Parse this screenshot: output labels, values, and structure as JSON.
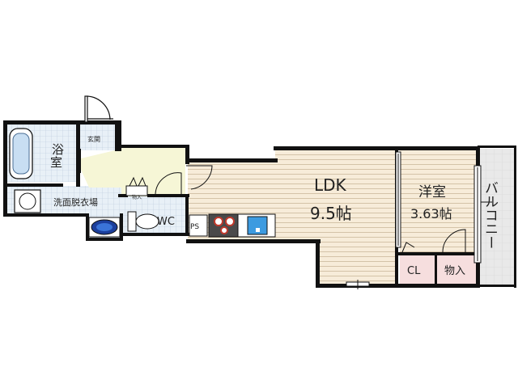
{
  "rooms": {
    "ldk": {
      "name": "LDK",
      "size": "9.5帖"
    },
    "western": {
      "name": "洋室",
      "size": "3.63帖"
    },
    "bath": {
      "line1": "浴",
      "line2": "室"
    },
    "washroom": {
      "name": "洗面脱衣場"
    },
    "entrance": {
      "name": "玄関"
    },
    "storage_small": {
      "name": "物入"
    },
    "toilet": {
      "name": "WC"
    },
    "ps": {
      "name": "PS"
    },
    "closet": {
      "name": "CL"
    },
    "storage": {
      "name": "物入"
    },
    "balcony": {
      "name": "バルコニー"
    }
  },
  "colors": {
    "wall": "#111111",
    "floor_wood": "#f7ecd9",
    "floor_stripe": "#d4c3a8",
    "wet_tile": "#e8f0f7",
    "tile_line": "#b9c9da",
    "entrance": "#f6f6d6",
    "balcony": "#e9e9e9",
    "closet": "#f6dede",
    "sink": "#3d9be0"
  }
}
